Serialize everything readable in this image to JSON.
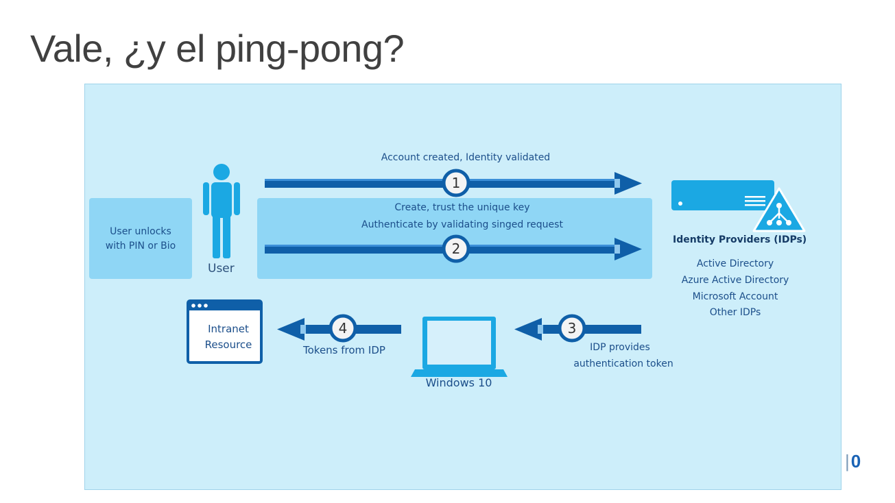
{
  "title": "Vale, ¿y el ping-pong?",
  "page_number": "0",
  "user_box": {
    "line1": "User unlocks",
    "line2": "with PIN or Bio"
  },
  "user_label": "User",
  "steps": [
    {
      "number": "1",
      "label": "Account created, Identity validated"
    },
    {
      "number": "2",
      "label_line1": "Create, trust the unique key",
      "label_line2": "Authenticate by validating singed request"
    },
    {
      "number": "3",
      "label_line1": "IDP provides",
      "label_line2": "authentication token"
    },
    {
      "number": "4",
      "label": "Tokens from IDP"
    }
  ],
  "idp": {
    "heading": "Identity Providers (IDPs)",
    "providers": [
      "Active Directory",
      "Azure Active Directory",
      "Microsoft Account",
      "Other IDPs"
    ]
  },
  "windows_label": "Windows 10",
  "intranet": {
    "line1": "Intranet",
    "line2": "Resource"
  },
  "colors": {
    "arrow": "#0f5fa8",
    "arrow_light": "#1b7fcf",
    "icon": "#1ba8e3",
    "panel": "#8fd6f5",
    "background": "#cdeefa"
  }
}
